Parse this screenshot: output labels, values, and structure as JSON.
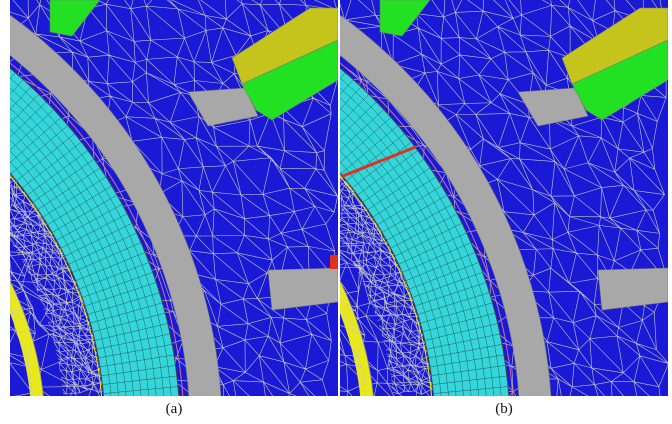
{
  "figure": {
    "panels": [
      {
        "id": "a",
        "caption": "(a)",
        "crack": false
      },
      {
        "id": "b",
        "caption": "(b)",
        "crack": true
      }
    ]
  },
  "colors": {
    "background_region": "#1a1ad6",
    "mesh_lines": "#c8c8c8",
    "coil_fill": "#35d6da",
    "coil_grid": "#1e5e62",
    "band_gray": "#a8a8a8",
    "yellow_region": "#e8e81a",
    "green_region": "#22e022",
    "olive_region": "#c4c41c",
    "crack_red": "#e03020",
    "pink_edge": "#d070a0"
  }
}
